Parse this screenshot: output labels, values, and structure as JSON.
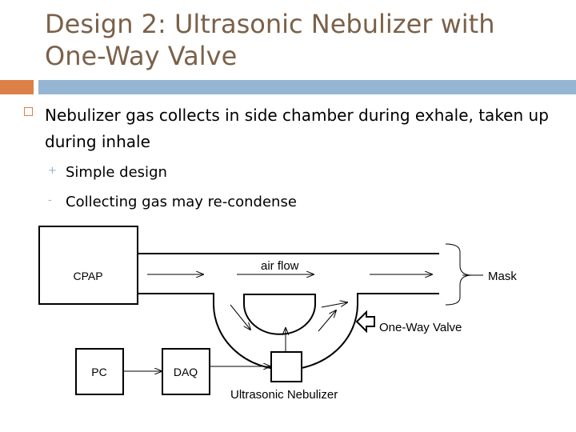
{
  "slide": {
    "title": "Design 2: Ultrasonic Nebulizer with One-Way Valve",
    "bullet": "Nebulizer gas collects in side chamber during exhale, taken up during inhale",
    "sub_bullets": [
      {
        "marker": "+",
        "text": "Simple design"
      },
      {
        "marker": "-",
        "text": "Collecting gas may re-condense"
      }
    ]
  },
  "diagram": {
    "cpap": "CPAP",
    "pc": "PC",
    "daq": "DAQ",
    "air_flow": "air flow",
    "mask": "Mask",
    "valve": "One-Way Valve",
    "nebulizer": "Ultrasonic Nebulizer"
  },
  "colors": {
    "title": "#7a6149",
    "accent": "#dd8047",
    "bar": "#94b6d2"
  }
}
